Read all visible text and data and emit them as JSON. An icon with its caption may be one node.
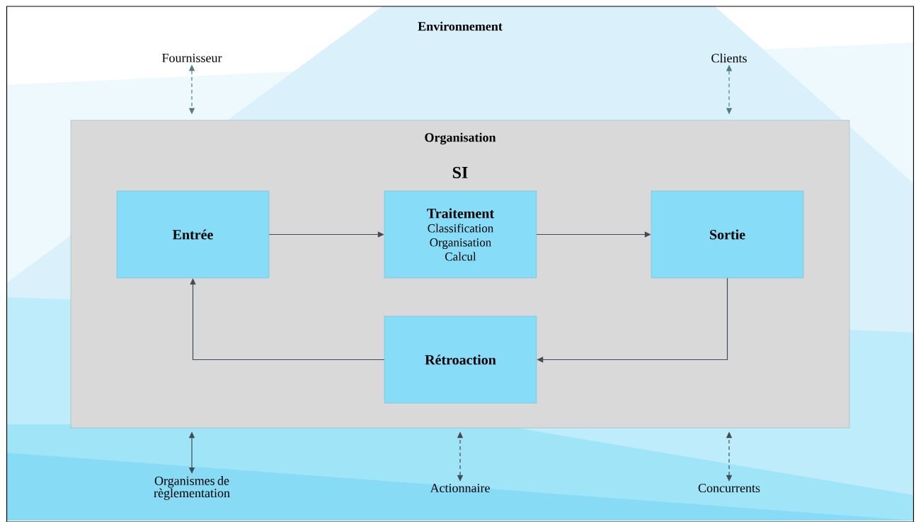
{
  "diagram": {
    "nodes": [
      {
        "text": [
          "Environnement"
        ]
      },
      {
        "text": [
          "Fournisseur"
        ],
        "in": 0
      },
      {
        "text": [
          "Clients"
        ],
        "in": 0
      },
      {
        "text": [
          "Organisation",
          "SI"
        ],
        "in": 0
      },
      {
        "text": [
          "Entrée"
        ],
        "in": 3
      },
      {
        "text": [
          "Traitement",
          "Classification Organisation Calcul"
        ],
        "in": 3
      },
      {
        "text": [
          "Sortie"
        ],
        "in": 3
      },
      {
        "text": [
          "Rétroaction"
        ],
        "in": 3
      },
      {
        "text": [
          "Organismes de règlementation"
        ],
        "in": 0
      },
      {
        "text": [
          "Actionnaire"
        ],
        "in": 0
      },
      {
        "text": [
          "Concurrents"
        ],
        "in": 0
      }
    ],
    "edges": [
      {
        "from": 1,
        "to": 3,
        "arrow": "both",
        "style": "dashed",
        "color": "#4e7d83"
      },
      {
        "from": 2,
        "to": 3,
        "arrow": "both",
        "style": "dashed",
        "color": "#4e7d83"
      },
      {
        "from": 4,
        "to": 5,
        "arrow": "to"
      },
      {
        "from": 5,
        "to": 6,
        "arrow": "to"
      },
      {
        "from": 6,
        "to": 7,
        "arrow": "to"
      },
      {
        "from": 7,
        "to": 4,
        "arrow": "to"
      },
      {
        "from": 8,
        "to": 3,
        "arrow": "both"
      },
      {
        "from": 9,
        "to": 3,
        "arrow": "both",
        "style": "dashed"
      },
      {
        "from": 10,
        "to": 3,
        "arrow": "both",
        "style": "dashed"
      }
    ]
  }
}
